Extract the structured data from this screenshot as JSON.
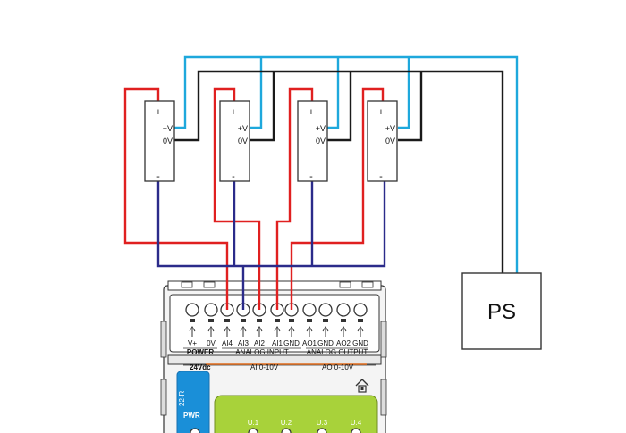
{
  "colors": {
    "wire_red": "#e02020",
    "wire_cyan": "#1ea8dc",
    "wire_black": "#1a1a1a",
    "wire_navy": "#2b2b8a",
    "device_blue": "#1a8fd8",
    "lcd_green": "#a8d23a",
    "device_gray": "#e8e8e8"
  },
  "sensors": [
    {
      "plus": "+",
      "v_plus": "+V",
      "zero_v": "0V",
      "minus": "-"
    },
    {
      "plus": "+",
      "v_plus": "+V",
      "zero_v": "0V",
      "minus": "-"
    },
    {
      "plus": "+",
      "v_plus": "+V",
      "zero_v": "0V",
      "minus": "-"
    },
    {
      "plus": "+",
      "v_plus": "+V",
      "zero_v": "0V",
      "minus": "-"
    }
  ],
  "power_supply": {
    "label": "PS"
  },
  "controller": {
    "terminal_labels": [
      "V+",
      "0V",
      "AI4",
      "AI3",
      "AI2",
      "AI1",
      "GND",
      "AO1",
      "GND",
      "AO2",
      "GND"
    ],
    "group_power": "POWER",
    "group_analog_input": "ANALOG INPUT",
    "group_analog_output": "ANALOG OUTPUT",
    "label_24vdc": "24Vdc",
    "label_ai_range": "AI 0-10V",
    "label_ao_range": "AO 0-10V",
    "side_text": "22-R",
    "pwr": "PWR",
    "channels": [
      "U.1",
      "U.2",
      "U.3",
      "U.4"
    ]
  }
}
